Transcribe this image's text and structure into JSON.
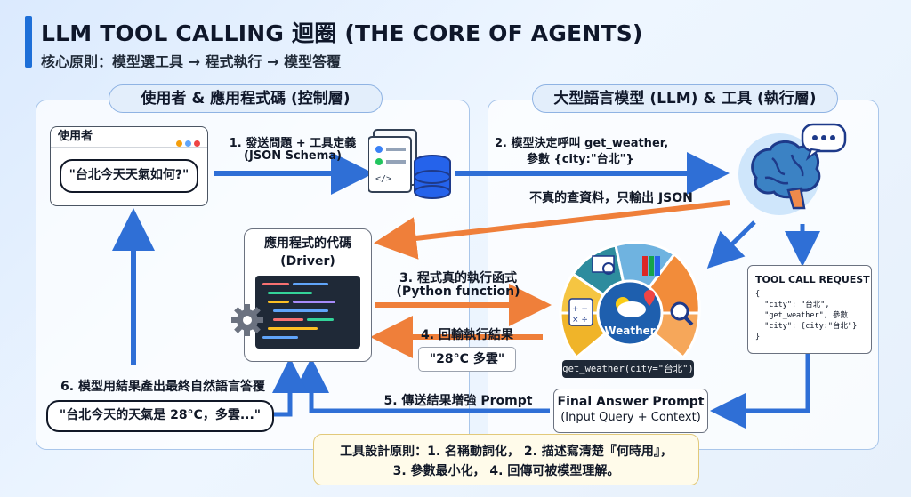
{
  "header": {
    "title": "LLM TOOL CALLING 迴圈 (THE CORE OF AGENTS)",
    "subtitle": "核心原則：模型選工具 → 程式執行 → 模型答覆"
  },
  "panels": {
    "left_title": "使用者 & 應用程式碼 (控制層)",
    "right_title": "大型語言模型 (LLM) & 工具 (執行層)"
  },
  "user_window": {
    "title": "使用者",
    "query": "\"台北今天天氣如何?\""
  },
  "steps": {
    "step1_line1": "1. 發送問題 + 工具定義",
    "step1_line2": "(JSON Schema)",
    "step2_line1": "2. 模型決定呼叫 get_weather,",
    "step2_line2": "參數 {city:\"台北\"}",
    "not_real": "不真的查資料，只輸出 JSON",
    "step3_line1": "3. 程式真的執行函式",
    "step3_line2": "(Python function)",
    "step4": "4. 回輸執行結果",
    "step4_result": "\"28°C 多雲\"",
    "step5": "5. 傳送結果增強 Prompt",
    "step6": "6. 模型用結果產出最終自然語言答覆",
    "step6_answer": "\"台北今天的天氣是 28°C，多雲...\""
  },
  "driver": {
    "title": "應用程式的代碼",
    "subtitle": "(Driver)"
  },
  "tool_wheel": {
    "center_label": "Weather",
    "function_call": "get_weather(city=\"台北\")"
  },
  "tool_call_request": {
    "title": "TOOL CALL REQUEST",
    "body": "{\n  \"city\": \"台北\",\n  \"get_weather\", 參數\n  \"city\": {city:\"台北\"}\n}"
  },
  "final_prompt": {
    "title": "Final Answer Prompt",
    "subtitle": "(Input Query + Context)"
  },
  "principles": {
    "line1": "工具設計原則：1. 名稱動詞化，  2. 描述寫清楚『何時用』，",
    "line2": "3. 參數最小化，  4. 回傳可被模型理解。"
  },
  "colors": {
    "arrow_blue": "#2f6fd6",
    "arrow_orange": "#ef7f3a",
    "accent": "#1d6fd8"
  }
}
